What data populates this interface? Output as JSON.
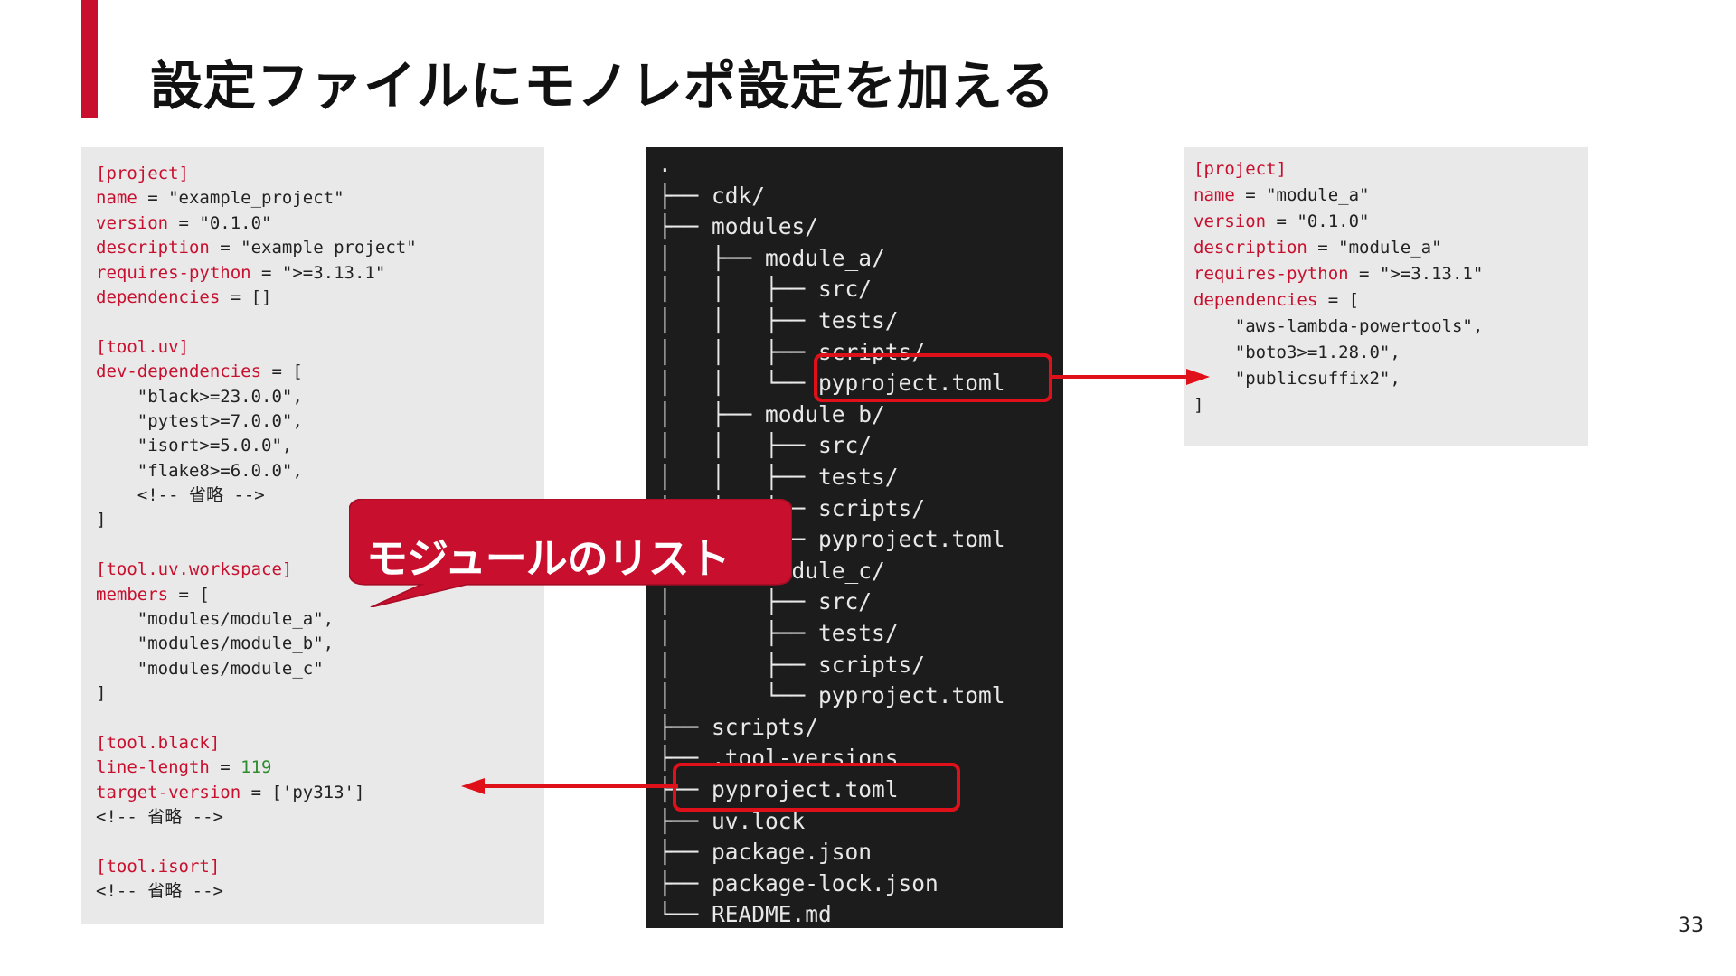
{
  "slide": {
    "title": "設定ファイルにモノレポ設定を加える",
    "page_number": "33",
    "accent_color": "#c8102e"
  },
  "root_config": {
    "lines": [
      [
        {
          "t": "[project]",
          "c": "k"
        }
      ],
      [
        {
          "t": "name",
          "c": "k"
        },
        {
          "t": " = ",
          "c": "s"
        },
        {
          "t": "\"example_project\"",
          "c": "s"
        }
      ],
      [
        {
          "t": "version",
          "c": "k"
        },
        {
          "t": " = ",
          "c": "s"
        },
        {
          "t": "\"0.1.0\"",
          "c": "s"
        }
      ],
      [
        {
          "t": "description",
          "c": "k"
        },
        {
          "t": " = ",
          "c": "s"
        },
        {
          "t": "\"example project\"",
          "c": "s"
        }
      ],
      [
        {
          "t": "requires-python",
          "c": "k"
        },
        {
          "t": " = ",
          "c": "s"
        },
        {
          "t": "\">=3.13.1\"",
          "c": "s"
        }
      ],
      [
        {
          "t": "dependencies",
          "c": "k"
        },
        {
          "t": " = []",
          "c": "s"
        }
      ],
      [],
      [
        {
          "t": "[tool.uv]",
          "c": "k"
        }
      ],
      [
        {
          "t": "dev-dependencies",
          "c": "k"
        },
        {
          "t": " = [",
          "c": "s"
        }
      ],
      [
        {
          "t": "    \"black>=23.0.0\",",
          "c": "s"
        }
      ],
      [
        {
          "t": "    \"pytest>=7.0.0\",",
          "c": "s"
        }
      ],
      [
        {
          "t": "    \"isort>=5.0.0\",",
          "c": "s"
        }
      ],
      [
        {
          "t": "    \"flake8>=6.0.0\",",
          "c": "s"
        }
      ],
      [
        {
          "t": "    <!-- 省略 -->",
          "c": "s"
        }
      ],
      [
        {
          "t": "]",
          "c": "s"
        }
      ],
      [],
      [
        {
          "t": "[tool.uv.workspace]",
          "c": "k"
        }
      ],
      [
        {
          "t": "members",
          "c": "k"
        },
        {
          "t": " = [",
          "c": "s"
        }
      ],
      [
        {
          "t": "    \"modules/module_a\",",
          "c": "s"
        }
      ],
      [
        {
          "t": "    \"modules/module_b\",",
          "c": "s"
        }
      ],
      [
        {
          "t": "    \"modules/module_c\"",
          "c": "s"
        }
      ],
      [
        {
          "t": "]",
          "c": "s"
        }
      ],
      [],
      [
        {
          "t": "[tool.black]",
          "c": "k"
        }
      ],
      [
        {
          "t": "line-length",
          "c": "k"
        },
        {
          "t": " = ",
          "c": "s"
        },
        {
          "t": "119",
          "c": "n"
        }
      ],
      [
        {
          "t": "target-version",
          "c": "k"
        },
        {
          "t": " = ['py313']",
          "c": "s"
        }
      ],
      [
        {
          "t": "<!-- 省略 -->",
          "c": "s"
        }
      ],
      [],
      [
        {
          "t": "[tool.isort]",
          "c": "k"
        }
      ],
      [
        {
          "t": "<!-- 省略 -->",
          "c": "s"
        }
      ]
    ]
  },
  "module_config": {
    "lines": [
      [
        {
          "t": "[project]",
          "c": "k"
        }
      ],
      [
        {
          "t": "name",
          "c": "k"
        },
        {
          "t": " = ",
          "c": "s"
        },
        {
          "t": "\"module_a\"",
          "c": "s"
        }
      ],
      [
        {
          "t": "version",
          "c": "k"
        },
        {
          "t": " = ",
          "c": "s"
        },
        {
          "t": "\"0.1.0\"",
          "c": "s"
        }
      ],
      [
        {
          "t": "description",
          "c": "k"
        },
        {
          "t": " = ",
          "c": "s"
        },
        {
          "t": "\"module_a\"",
          "c": "s"
        }
      ],
      [
        {
          "t": "requires-python",
          "c": "k"
        },
        {
          "t": " = ",
          "c": "s"
        },
        {
          "t": "\">=3.13.1\"",
          "c": "s"
        }
      ],
      [
        {
          "t": "dependencies",
          "c": "k"
        },
        {
          "t": " = [",
          "c": "s"
        }
      ],
      [
        {
          "t": "    \"aws-lambda-powertools\",",
          "c": "s"
        }
      ],
      [
        {
          "t": "    \"boto3>=1.28.0\",",
          "c": "s"
        }
      ],
      [
        {
          "t": "    \"publicsuffix2\",",
          "c": "s"
        }
      ],
      [
        {
          "t": "]",
          "c": "s"
        }
      ]
    ]
  },
  "file_tree": {
    "lines": [
      ".",
      "├── cdk/",
      "├── modules/",
      "│   ├── module_a/",
      "│   │   ├── src/",
      "│   │   ├── tests/",
      "│   │   ├── scripts/",
      "│   │   └── pyproject.toml",
      "│   ├── module_b/",
      "│   │   ├── src/",
      "│   │   ├── tests/",
      "│   │   ├── scripts/",
      "│   │   └── pyproject.toml",
      "│   └── module_c/",
      "│       ├── src/",
      "│       ├── tests/",
      "│       ├── scripts/",
      "│       └── pyproject.toml",
      "├── scripts/",
      "├── .tool-versions",
      "├── pyproject.toml",
      "├── uv.lock",
      "├── package.json",
      "├── package-lock.json",
      "└── README.md"
    ]
  },
  "callout": {
    "label": "モジュールのリスト"
  }
}
